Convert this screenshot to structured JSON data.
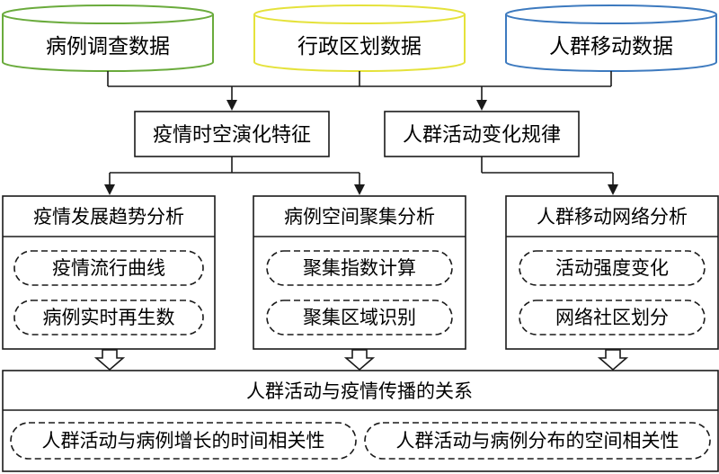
{
  "data_sources": [
    {
      "id": "case",
      "label": "病例调查数据",
      "color": "#6aab3c"
    },
    {
      "id": "admin",
      "label": "行政区划数据",
      "color": "#e5e23b"
    },
    {
      "id": "mobility",
      "label": "人群移动数据",
      "color": "#3d7abf"
    }
  ],
  "middle": {
    "epidemic": "疫情时空演化特征",
    "activity": "人群活动变化规律"
  },
  "sections": [
    {
      "title": "疫情发展趋势分析",
      "items": [
        "疫情流行曲线",
        "病例实时再生数"
      ]
    },
    {
      "title": "病例空间聚集分析",
      "items": [
        "聚集指数计算",
        "聚集区域识别"
      ]
    },
    {
      "title": "人群移动网络分析",
      "items": [
        "活动强度变化",
        "网络社区划分"
      ]
    }
  ],
  "bottom": {
    "title": "人群活动与疫情传播的关系",
    "items": [
      "人群活动与病例增长的时间相关性",
      "人群活动与病例分布的空间相关性"
    ]
  }
}
